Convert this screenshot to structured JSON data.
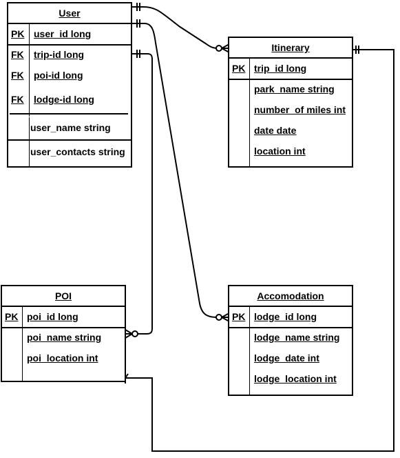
{
  "entities": {
    "user": {
      "title": "User",
      "rows": [
        {
          "key": "PK",
          "name": "user_id long"
        },
        {
          "key": "FK",
          "name": "trip-id long"
        },
        {
          "key": "FK",
          "name": "poi-id long"
        },
        {
          "key": "FK",
          "name": "lodge-id long"
        },
        {
          "key": "",
          "name": "user_name string"
        },
        {
          "key": "",
          "name": "user_contacts string"
        }
      ]
    },
    "itinerary": {
      "title": "Itinerary",
      "rows": [
        {
          "key": "PK",
          "name": "trip_id long"
        },
        {
          "key": "",
          "name": "park_name string"
        },
        {
          "key": "",
          "name": "number_of miles int"
        },
        {
          "key": "",
          "name": "date date"
        },
        {
          "key": "",
          "name": "location int"
        }
      ]
    },
    "poi": {
      "title": "POI",
      "rows": [
        {
          "key": "PK",
          "name": "poi_id long"
        },
        {
          "key": "",
          "name": "poi_name string"
        },
        {
          "key": "",
          "name": "poi_location int"
        }
      ]
    },
    "accomodation": {
      "title": "Accomodation",
      "rows": [
        {
          "key": "PK",
          "name": "lodge_id long"
        },
        {
          "key": "",
          "name": "lodge_name string"
        },
        {
          "key": "",
          "name": "lodge_date int"
        },
        {
          "key": "",
          "name": "lodge_location int"
        }
      ]
    }
  },
  "relationships": [
    {
      "from": "User.user_id",
      "to": "Itinerary",
      "from_end": "one-mandatory",
      "to_end": "zero-or-many"
    },
    {
      "from": "User.user_id",
      "to": "Accomodation.lodge_id",
      "from_end": "one-mandatory",
      "to_end": "zero-or-many"
    },
    {
      "from": "User.trip-id",
      "to": "POI.poi_name",
      "from_end": "one-mandatory",
      "to_end": "zero-or-many"
    },
    {
      "from": "Itinerary",
      "to": "POI",
      "from_end": "one-mandatory",
      "to_end": "many"
    }
  ],
  "colors": {
    "line": "#000000",
    "background": "#ffffff"
  }
}
